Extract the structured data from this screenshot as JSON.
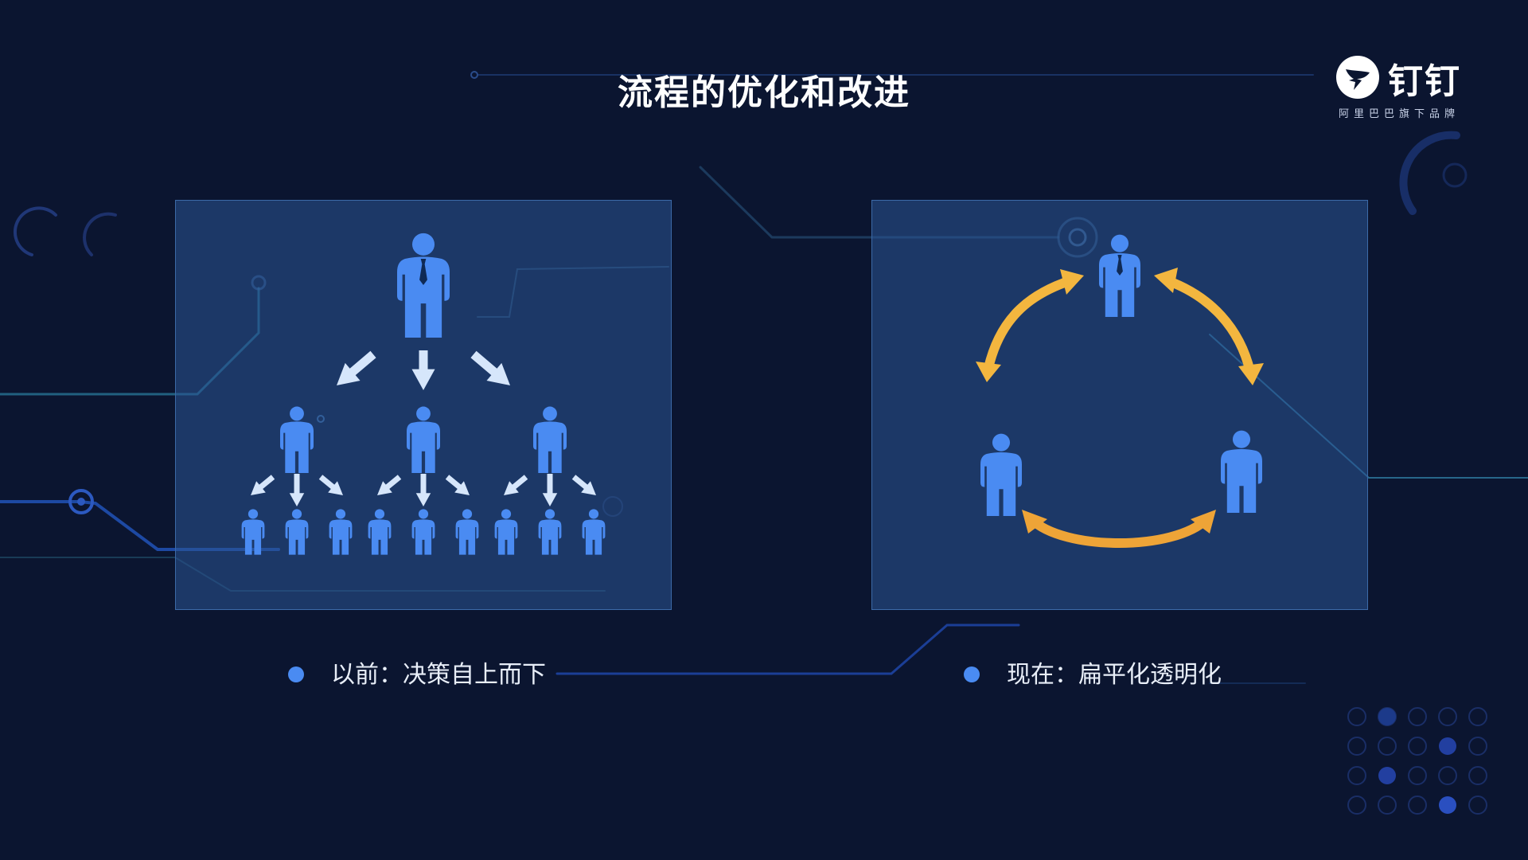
{
  "slide": {
    "title": "流程的优化和改进"
  },
  "brand": {
    "name": "钉钉",
    "subtitle": "阿里巴巴旗下品牌",
    "logo_icon": "dingtalk-wing-icon"
  },
  "panels": {
    "before": {
      "caption": "以前：决策自上而下",
      "diagram": "top-down-hierarchy",
      "levels": [
        1,
        3,
        9
      ]
    },
    "after": {
      "caption": "现在：扁平化透明化",
      "diagram": "circular-flat-collaboration",
      "people": 3
    }
  },
  "colors": {
    "background": "#0b1530",
    "panel": "#22406f",
    "person": "#4a8bf2",
    "arrow_down": "#d6e6fb",
    "arrow_cycle": "#f3b63f",
    "bullet": "#4a8bf2"
  }
}
